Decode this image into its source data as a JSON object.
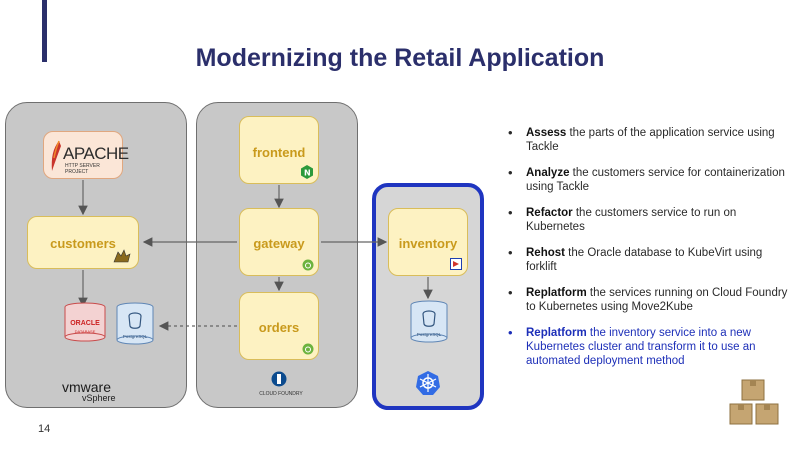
{
  "slide": {
    "title": "Modernizing the Retail Application",
    "page_number": "14"
  },
  "diagram": {
    "apache": {
      "name": "APACHE",
      "sub": "HTTP SERVER PROJECT"
    },
    "customers": "customers",
    "frontend": "frontend",
    "gateway": "gateway",
    "orders": "orders",
    "inventory": "inventory",
    "oracle": {
      "name": "ORACLE",
      "sub": "DATABASE"
    },
    "postgres_left": "PostgreSQL",
    "postgres_right": "PostgreSQL",
    "vmware": {
      "brand": "vmware",
      "product": "vSphere"
    },
    "cloud_foundry": "CLOUD FOUNDRY",
    "colors": {
      "panel": "#c8c8c8",
      "service": "#fdf2c2",
      "k8s_border": "#1f35c0",
      "title": "#2b2f6b"
    }
  },
  "bullets": [
    {
      "bold": "Assess",
      "rest": " the parts of the application service using Tackle"
    },
    {
      "bold": "Analyze",
      "rest": " the customers service for containerization using Tackle"
    },
    {
      "bold": "Refactor",
      "rest": " the customers service to run on Kubernetes"
    },
    {
      "bold": "Rehost",
      "rest": " the Oracle database to KubeVirt using forklift"
    },
    {
      "bold": "Replatform",
      "rest": " the services running on Cloud Foundry to Kubernetes using Move2Kube"
    },
    {
      "bold": "Replatform",
      "rest": " the inventory service into a new Kubernetes cluster and transform it to use an automated deployment method"
    }
  ]
}
